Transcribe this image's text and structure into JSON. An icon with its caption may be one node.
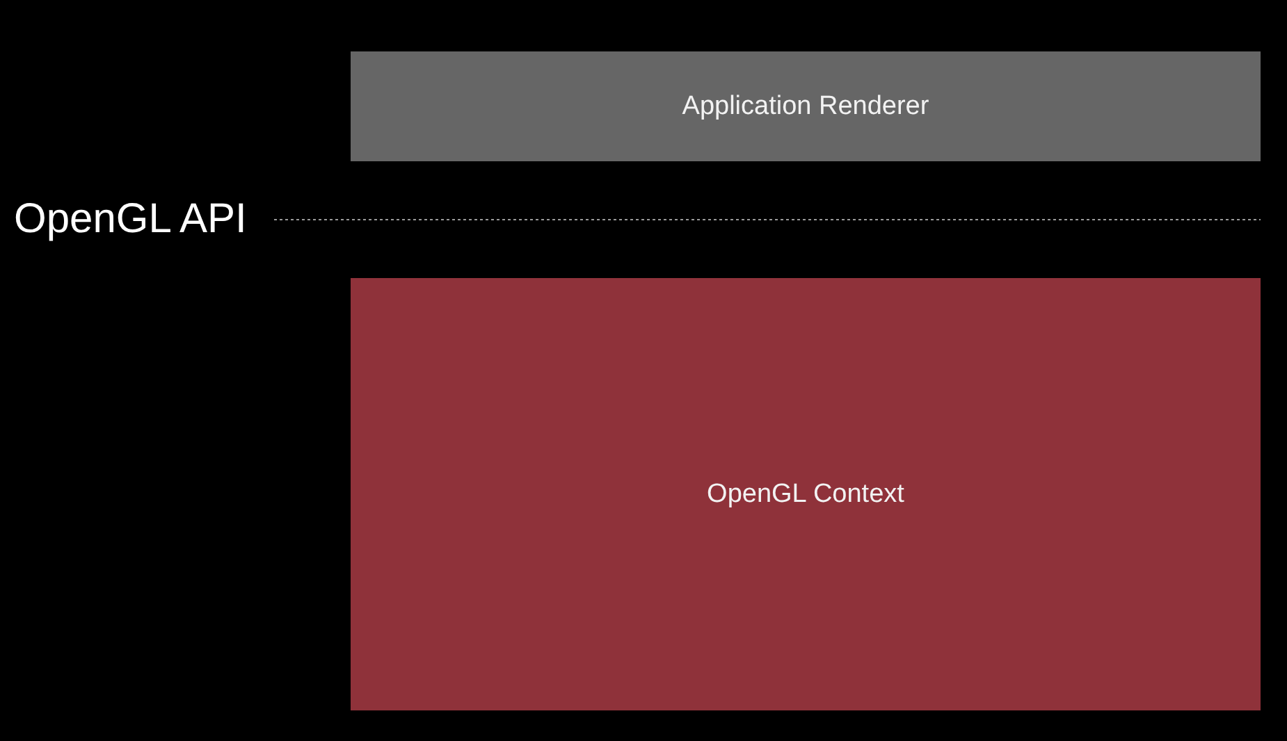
{
  "diagram": {
    "nodes": [
      {
        "text": [
          "Application Renderer"
        ]
      },
      {
        "text": [
          "OpenGL Context"
        ]
      }
    ],
    "labels": [
      "OpenGL API"
    ]
  }
}
